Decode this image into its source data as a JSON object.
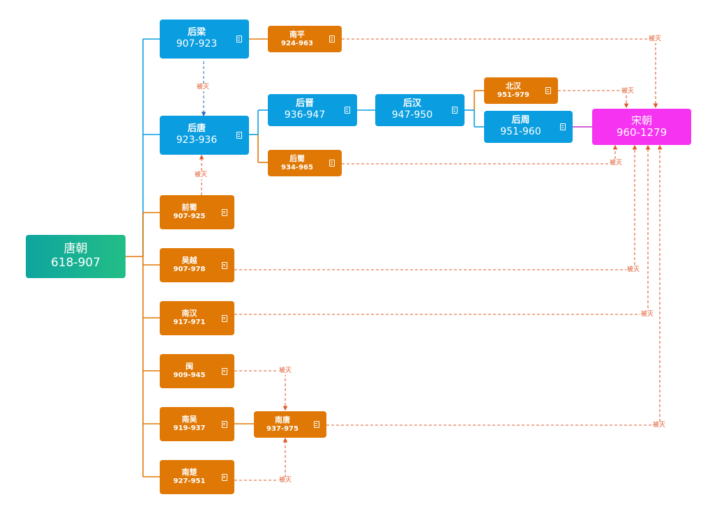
{
  "nodes": {
    "tang": {
      "name": "唐朝",
      "years": "618-907"
    },
    "houliang": {
      "name": "后梁",
      "years": "907-923"
    },
    "houtang": {
      "name": "后唐",
      "years": "923-936"
    },
    "qianshu": {
      "name": "前蜀",
      "years": "907-925"
    },
    "wuyue": {
      "name": "吴越",
      "years": "907-978"
    },
    "nanhan": {
      "name": "南汉",
      "years": "917-971"
    },
    "min": {
      "name": "闽",
      "years": "909-945"
    },
    "nanwu": {
      "name": "南吴",
      "years": "919-937"
    },
    "nanchu": {
      "name": "南楚",
      "years": "927-951"
    },
    "nanping": {
      "name": "南平",
      "years": "924-963"
    },
    "houjin": {
      "name": "后晋",
      "years": "936-947"
    },
    "houshu": {
      "name": "后蜀",
      "years": "934-965"
    },
    "houhan": {
      "name": "后汉",
      "years": "947-950"
    },
    "beihan": {
      "name": "北汉",
      "years": "951-979"
    },
    "houzhou": {
      "name": "后周",
      "years": "951-960"
    },
    "nantang": {
      "name": "南唐",
      "years": "937-975"
    },
    "song": {
      "name": "宋朝",
      "years": "960-1279"
    }
  },
  "labels": {
    "l1": "被灭",
    "l2": "被灭",
    "l3": "被灭",
    "l4": "被灭",
    "l5": "被灭",
    "l6": "被灭",
    "l7": "被灭",
    "l8": "被灭",
    "l9": "被灭",
    "l10": "被灭"
  },
  "icons": {
    "note": "note-icon"
  },
  "colors": {
    "blue": "#0a9ee0",
    "orange": "#e07805",
    "teal": "#0fa59f",
    "magenta": "#f533f0",
    "dashed_red": "#e0582a",
    "dashed_blue": "#2a6fb5"
  }
}
